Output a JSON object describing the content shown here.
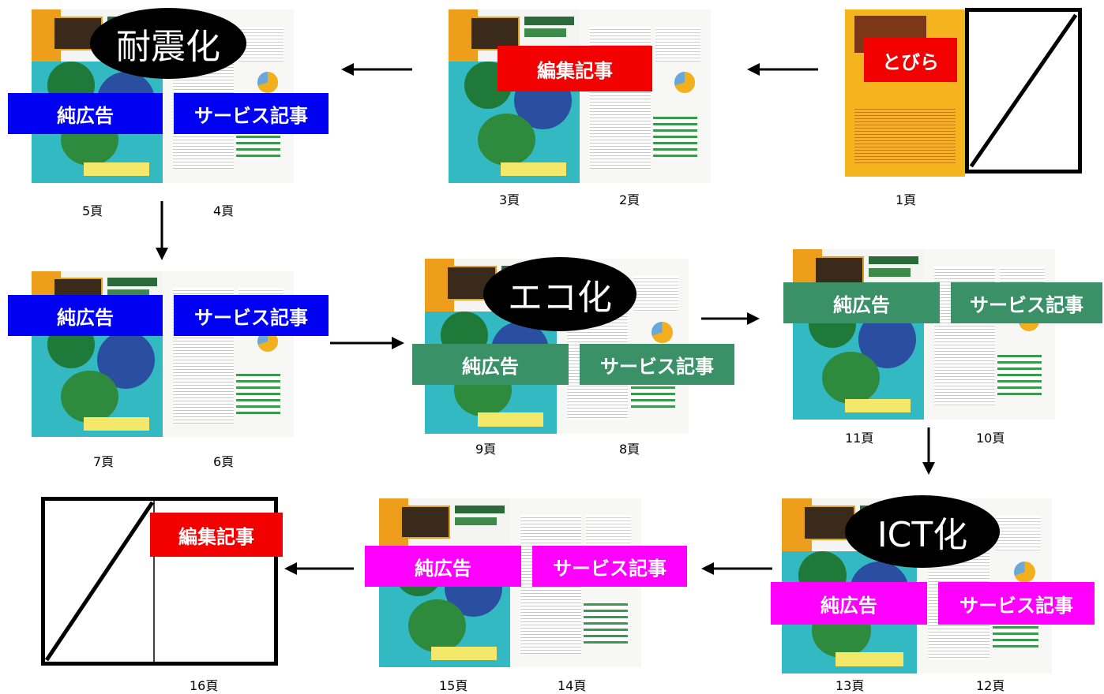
{
  "pages": {
    "p1": "1頁",
    "p2": "2頁",
    "p3": "3頁",
    "p4": "4頁",
    "p5": "5頁",
    "p6": "6頁",
    "p7": "7頁",
    "p8": "8頁",
    "p9": "9頁",
    "p10": "10頁",
    "p11": "11頁",
    "p12": "12頁",
    "p13": "13頁",
    "p14": "14頁",
    "p15": "15頁",
    "p16": "16頁"
  },
  "labels": {
    "tobira": "とびら",
    "henshu": "編集記事",
    "junkokoku": "純広告",
    "service": "サービス記事"
  },
  "stages": {
    "taishin": "耐震化",
    "eco": "エコ化",
    "ict": "ICT化"
  },
  "colors": {
    "blue": "#0000f2",
    "green": "#3a9168",
    "magenta": "#ff00ff",
    "red": "#f30000"
  }
}
